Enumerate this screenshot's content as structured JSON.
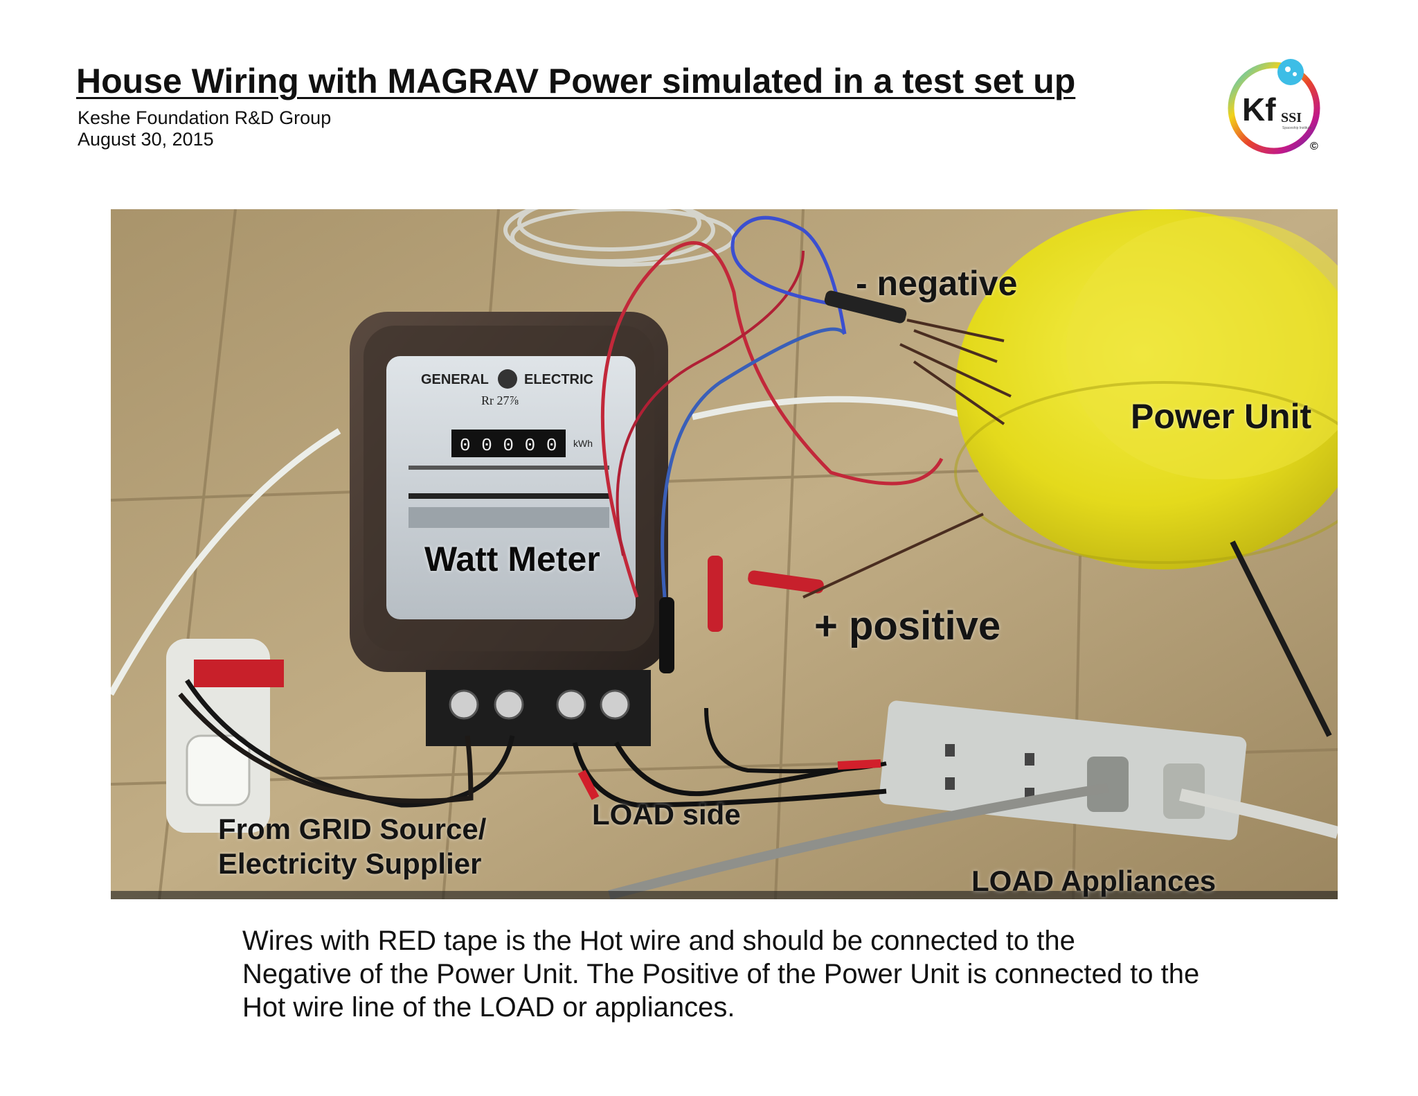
{
  "header": {
    "title": "House Wiring with MAGRAV Power simulated in a test set up",
    "organization": "Keshe Foundation R&D Group",
    "date": "August 30, 2015"
  },
  "logo": {
    "main_text": "Kf",
    "sub_text": "SSI",
    "small_text": "Spaceship Institute",
    "copyright": "©"
  },
  "photo": {
    "labels": {
      "negative": "- negative",
      "power_unit": "Power Unit",
      "watt_meter": "Watt Meter",
      "positive": "+ positive",
      "load_side": "LOAD side",
      "grid_source_line1": "From GRID Source/",
      "grid_source_line2": "Electricity Supplier",
      "load_appliances": "LOAD Appliances"
    },
    "meter_face": {
      "brand_left": "GENERAL",
      "brand_right": "ELECTRIC",
      "rr": "Rr 27⅞",
      "digits": "0 0 0 0 0",
      "unit": "kWh"
    }
  },
  "caption": {
    "line1": "Wires with RED tape is the Hot wire and should be connected to the",
    "line2": "Negative of the Power Unit. The Positive of the Power Unit is connected to the",
    "line3": "Hot wire line of the LOAD or appliances."
  }
}
